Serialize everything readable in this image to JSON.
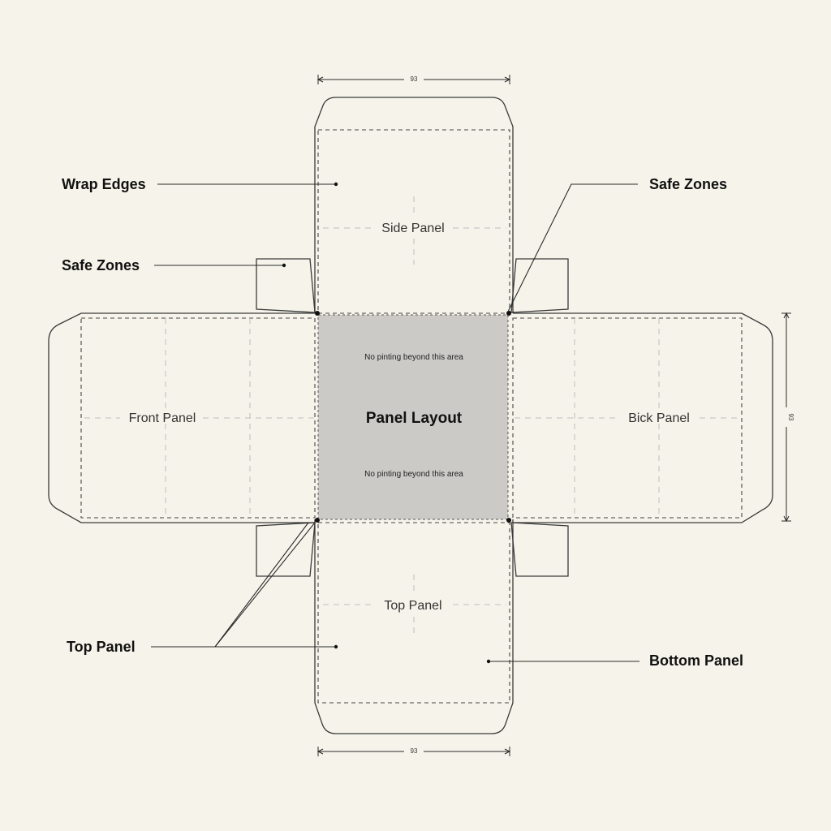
{
  "callouts": {
    "wrap_edges": "Wrap Edges",
    "safe_zones_left": "Safe Zones",
    "safe_zones_right": "Safe Zones",
    "top_panel": "Top Panel",
    "bottom_panel": "Bottom Panel"
  },
  "panels": {
    "side": "Side Panel",
    "front": "Front Panel",
    "back": "Bick Panel",
    "top": "Top Panel"
  },
  "center": {
    "title": "Panel Layout",
    "note_top": "No pinting beyond this area",
    "note_bottom": "No pinting beyond this area",
    "fill": "#cbcac6"
  },
  "dimensions": {
    "top": "93",
    "bottom": "93",
    "right": "93"
  }
}
